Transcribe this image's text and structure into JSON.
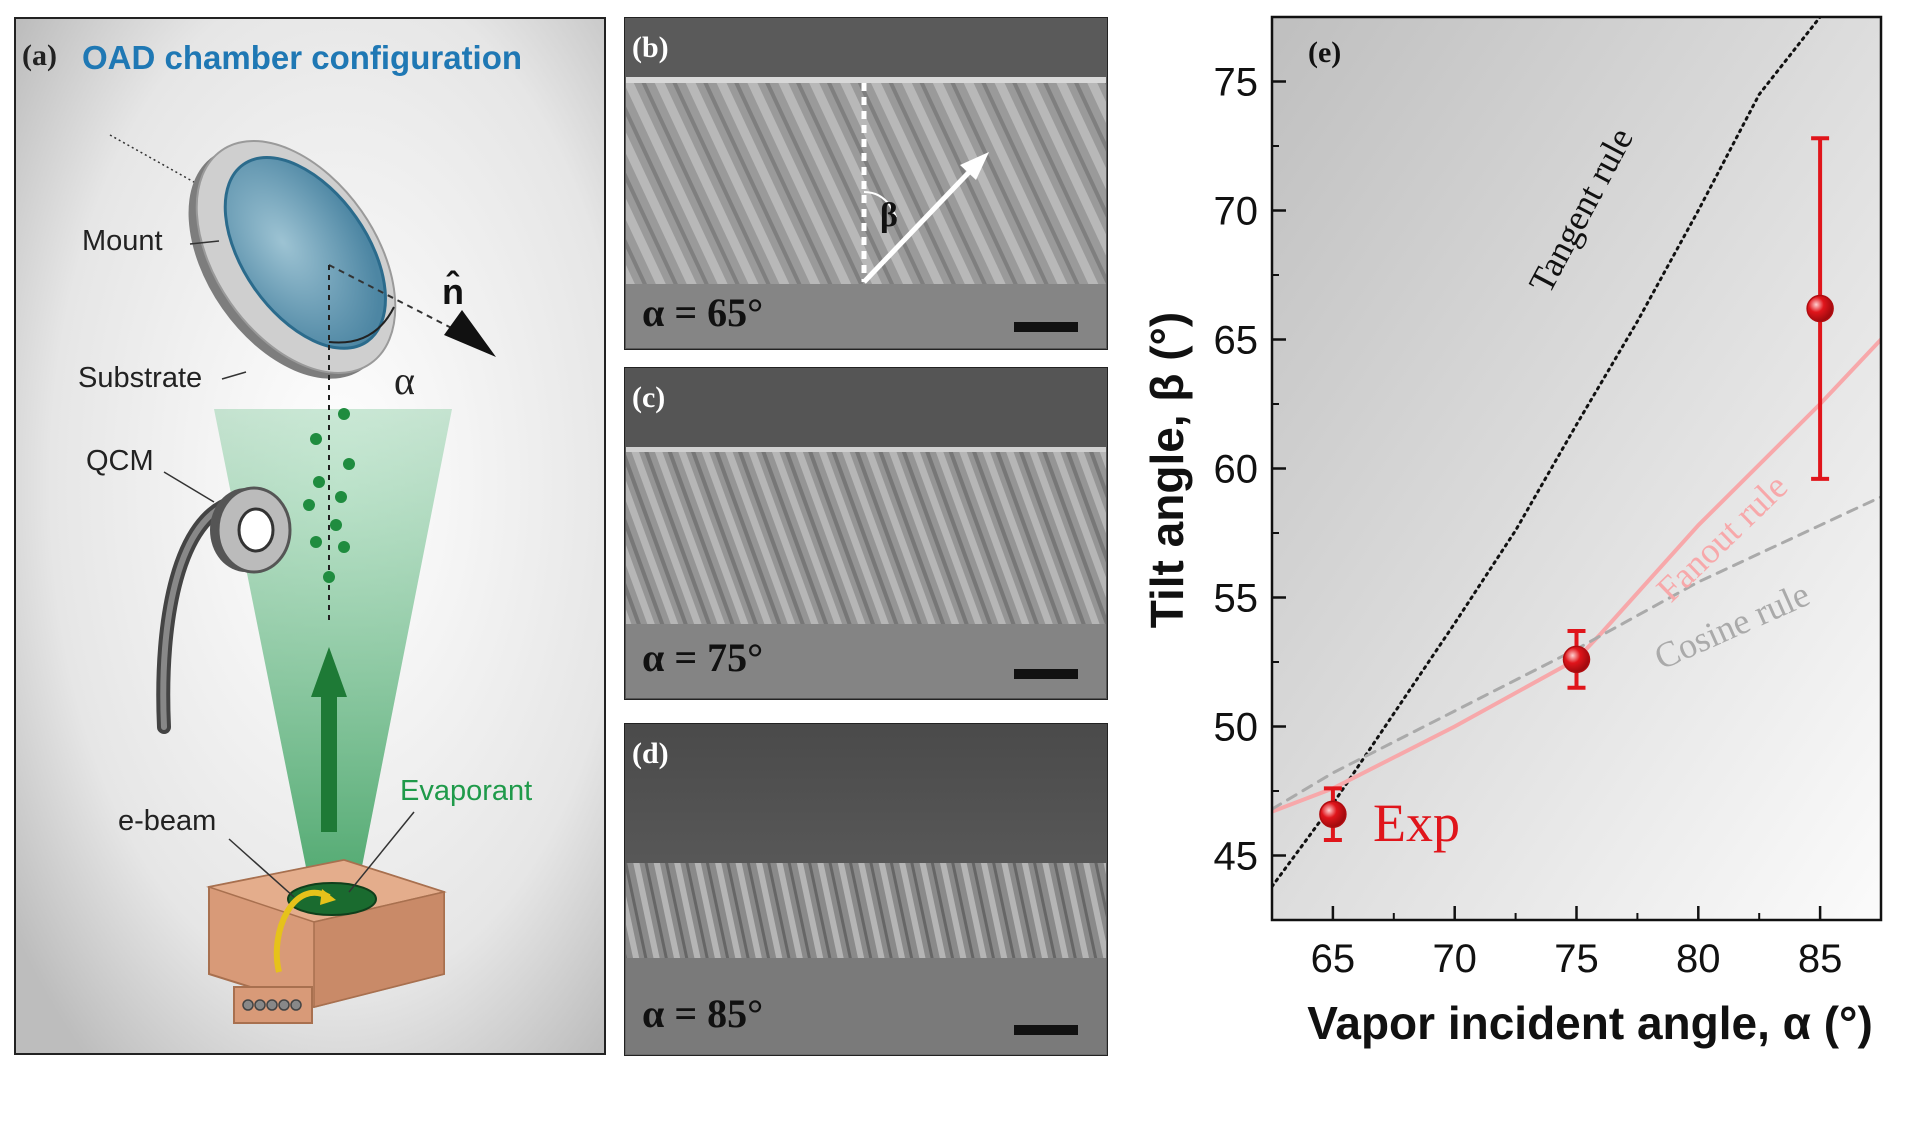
{
  "panel_a": {
    "letter": "(a)",
    "title": "OAD chamber configuration",
    "title_color": "#1f78b4",
    "labels": {
      "mount": "Mount",
      "substrate": "Substrate",
      "qcm": "QCM",
      "ebeam": "e-beam",
      "evaporant": "Evaporant",
      "normal": "n̂",
      "alpha": "α"
    },
    "evaporant_color": "#1f9a4a"
  },
  "sem_panels": [
    {
      "letter": "(b)",
      "alpha_label": "α = 65°",
      "beta_label": "β"
    },
    {
      "letter": "(c)",
      "alpha_label": "α = 75°"
    },
    {
      "letter": "(d)",
      "alpha_label": "α = 85°"
    }
  ],
  "chart_data": {
    "type": "scatter",
    "panel_letter": "(e)",
    "xlabel": "Vapor incident angle, α (°)",
    "ylabel": "Tilt angle, β (°)",
    "xlim": [
      62.5,
      87.5
    ],
    "ylim": [
      42.5,
      77.5
    ],
    "xticks": [
      65,
      70,
      75,
      80,
      85
    ],
    "yticks": [
      45,
      50,
      55,
      60,
      65,
      70,
      75
    ],
    "series": [
      {
        "name": "Exp",
        "color": "#e0151b",
        "x": [
          65,
          75,
          85
        ],
        "y": [
          46.6,
          52.6,
          66.2
        ],
        "yerr": [
          1.0,
          1.1,
          6.6
        ]
      },
      {
        "name": "Tangent rule",
        "color": "#111111",
        "style": "dotted",
        "x": [
          62.5,
          65,
          67.5,
          70,
          72.5,
          75,
          77.5,
          80,
          82.5,
          85
        ],
        "y": [
          43.8,
          47.0,
          50.5,
          54.0,
          57.6,
          61.7,
          65.7,
          70.0,
          74.5,
          77.5
        ]
      },
      {
        "name": "Fanout rule",
        "color": "#f7a8aa",
        "style": "solid",
        "x": [
          62.5,
          65,
          70,
          75,
          76,
          80,
          85,
          87.5
        ],
        "y": [
          46.7,
          47.6,
          50.0,
          52.6,
          53.6,
          57.8,
          62.5,
          65.0
        ]
      },
      {
        "name": "Cosine rule",
        "color": "#aaaaaa",
        "style": "dashed",
        "x": [
          62.5,
          65,
          70,
          75,
          80,
          85,
          87.5
        ],
        "y": [
          46.8,
          48.2,
          50.6,
          53.0,
          55.6,
          57.8,
          58.9
        ]
      }
    ],
    "grid": false
  }
}
